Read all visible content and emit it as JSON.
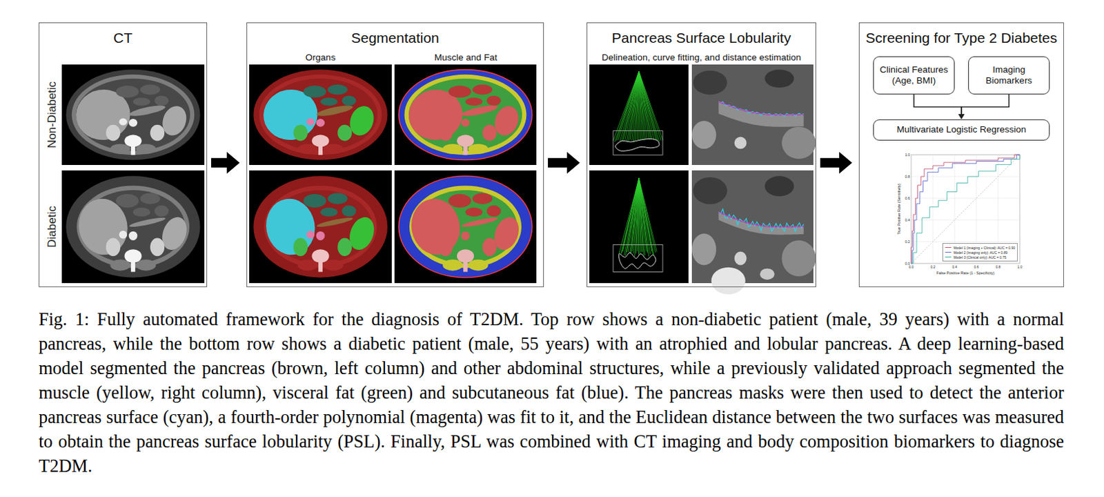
{
  "diagram": {
    "caption": "Fig. 1: Fully automated framework for the diagnosis of T2DM. Top row shows a non-diabetic patient (male, 39 years) with a normal pancreas, while the bottom row shows a diabetic patient (male, 55 years) with an atrophied and lobular pancreas. A deep learning-based model segmented the pancreas (brown, left column) and other abdominal structures, while a previously validated approach segmented the muscle (yellow, right column), visceral fat (green) and subcutaneous fat (blue). The pancreas masks were then used to detect the anterior pancreas surface (cyan), a fourth-order polynomial (magenta) was fit to it, and the Euclidean distance between the two surfaces was measured to obtain the pancreas surface lobularity (PSL). Finally, PSL was combined with CT imaging and body composition biomarkers to diagnose T2DM.",
    "nodes": [
      {
        "text": [
          "CT"
        ]
      },
      {
        "text": [
          "Segmentation",
          "Organs",
          "Muscle and Fat"
        ]
      },
      {
        "text": [
          "Pancreas Surface Lobularity",
          "Delineation, curve fitting, and distance estimation"
        ]
      },
      {
        "text": [
          "Screening for Type 2 Diabetes"
        ]
      },
      {
        "text": [
          "Clinical Features (Age, BMI)"
        ],
        "in": 3
      },
      {
        "text": [
          "Imaging Biomarkers"
        ],
        "in": 3
      },
      {
        "text": [
          "Multivariate Logistic Regression"
        ],
        "in": 3
      }
    ],
    "edges": [
      {
        "from": 0,
        "to": 1,
        "arrow": "to"
      },
      {
        "from": 1,
        "to": 2,
        "arrow": "to"
      },
      {
        "from": 2,
        "to": 3,
        "arrow": "to"
      },
      {
        "from": 4,
        "to": 6,
        "arrow": "to"
      },
      {
        "from": 5,
        "to": 6,
        "arrow": "to"
      }
    ],
    "labels": [
      "Non-Diabetic",
      "Diabetic",
      "1.0",
      "0.8",
      "0.6",
      "0.4",
      "0.2",
      "0.0",
      "0.0",
      "0.2",
      "0.4",
      "0.6",
      "0.8",
      "1.0",
      "True Positive Rate (Sensitivity)",
      "False Positive Rate (1 - Specificity)"
    ],
    "legend": [
      {
        "text": "Model 1 (Imaging + Clinical): AUC = 0.90"
      },
      {
        "text": "Model 2 (Imaging only): AUC = 0.89"
      },
      {
        "text": "Model 3 (Clinical only): AUC = 0.75"
      }
    ]
  }
}
